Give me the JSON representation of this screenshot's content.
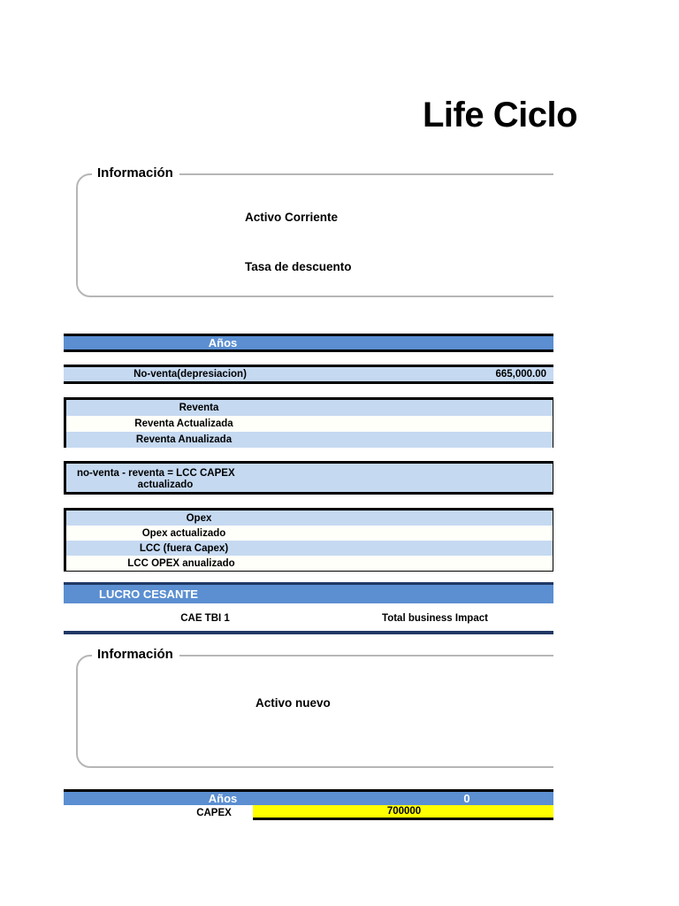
{
  "document": {
    "title": "Life Ciclo",
    "title_full_visible": "Life Ciclo"
  },
  "info_panel_top": {
    "legend": "Información",
    "fields": [
      {
        "label": "Activo Corriente",
        "value": ""
      },
      {
        "label": "Tasa de descuento",
        "value": ""
      }
    ]
  },
  "table_top": {
    "header": {
      "label": "Años",
      "value": ""
    },
    "rows": [
      {
        "label": "No-venta(depresiacion)",
        "value": "665,000.00",
        "band": "lightblue"
      },
      {
        "label": "Reventa",
        "value": "",
        "band": "lightblue"
      },
      {
        "label": "Reventa Actualizada",
        "value": "",
        "band": "white"
      },
      {
        "label": "Reventa Anualizada",
        "value": "",
        "band": "lightblue"
      },
      {
        "label": "no-venta - reventa = LCC CAPEX actualizado",
        "value": "",
        "band": "lightblue"
      },
      {
        "label": "Opex",
        "value": "",
        "band": "lightblue"
      },
      {
        "label": "Opex actualizado",
        "value": "",
        "band": "white"
      },
      {
        "label": "LCC (fuera Capex)",
        "value": "",
        "band": "lightblue"
      },
      {
        "label": "LCC OPEX anualizado",
        "value": "",
        "band": "white"
      }
    ],
    "lcc_capex_line1": "no-venta - reventa = LCC CAPEX",
    "lcc_capex_line2": "actualizado"
  },
  "lucro_cesante": {
    "header": "LUCRO CESANTE",
    "cae_label": "CAE TBI 1",
    "tbi_label": "Total business Impact"
  },
  "info_panel_bottom": {
    "legend": "Información",
    "fields": [
      {
        "label": "Activo nuevo",
        "value": ""
      }
    ]
  },
  "table_bottom": {
    "header": {
      "label": "Años",
      "value": "0"
    },
    "rows": [
      {
        "label": "CAPEX",
        "value": "700000",
        "band": "yellow"
      }
    ]
  },
  "colors": {
    "band_blue": "#5b8fd1",
    "band_lightblue": "#c5d9f1",
    "band_white": "#fffffa",
    "highlight_yellow": "#ffff00",
    "rule_navy": "#1f3864",
    "border_black": "#000000",
    "groupbox_border": "#b6b6b6"
  }
}
